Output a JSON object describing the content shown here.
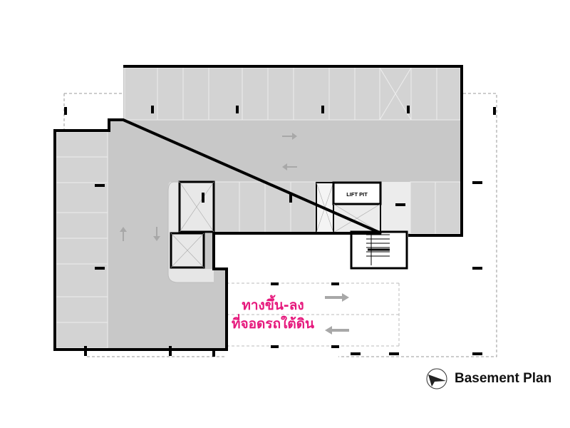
{
  "plan": {
    "title": "Basement Plan",
    "lift_pit_label": "LIFT PIT",
    "ramp_label_line1": "ทางขึ้น-ลง",
    "ramp_label_line2": "ที่จอดรถใต้ดิน"
  },
  "colors": {
    "floor": "#c8c8c8",
    "stall": "#d3d3d3",
    "wall": "#000000",
    "ramp_text": "#e6197d",
    "arrow": "#a8a8a8"
  },
  "icons": [
    "north-arrow-icon"
  ]
}
